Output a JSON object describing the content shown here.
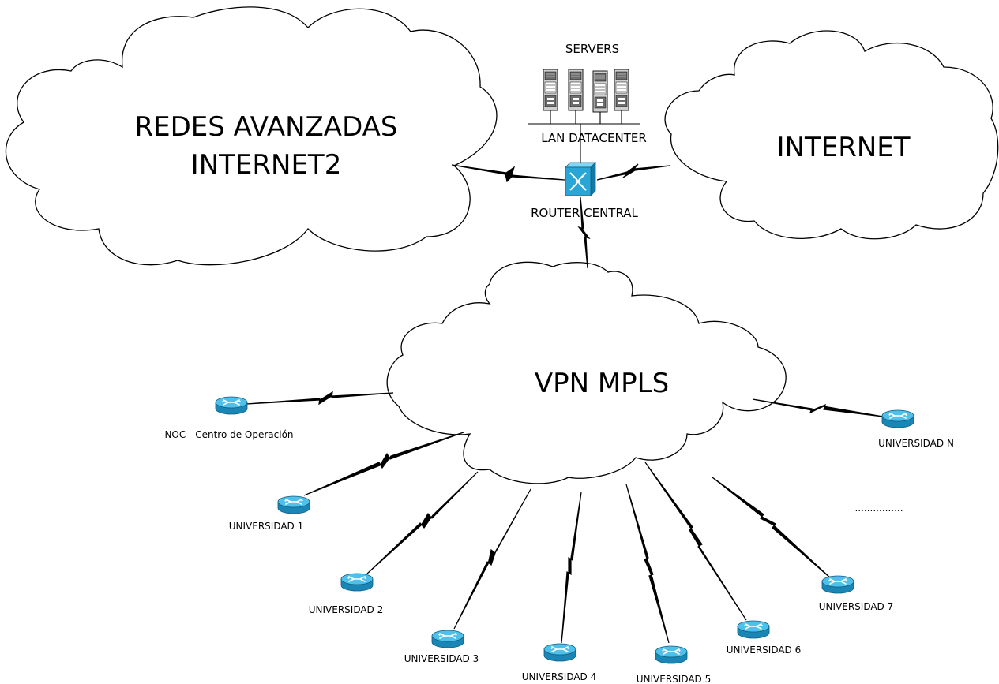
{
  "clouds": {
    "redes_avanzadas_line1": "REDES AVANZADAS",
    "redes_avanzadas_line2": "INTERNET2",
    "internet": "INTERNET",
    "vpn_mpls": "VPN MPLS"
  },
  "datacenter": {
    "servers_label": "SERVERS",
    "lan_label": "LAN DATACENTER",
    "router_label": "ROUTER CENTRAL"
  },
  "nodes": {
    "noc": "NOC - Centro de Operación",
    "u1": "UNIVERSIDAD 1",
    "u2": "UNIVERSIDAD 2",
    "u3": "UNIVERSIDAD 3",
    "u4": "UNIVERSIDAD 4",
    "u5": "UNIVERSIDAD 5",
    "u6": "UNIVERSIDAD 6",
    "u7": "UNIVERSIDAD 7",
    "un": "UNIVERSIDAD N",
    "ellipsis": "................"
  },
  "colors": {
    "router_body": "#2aa6d6",
    "router_top": "#5cc8ee",
    "router_dark": "#1a7fa8",
    "server_gray": "#d9d9d9",
    "line": "#000000"
  }
}
